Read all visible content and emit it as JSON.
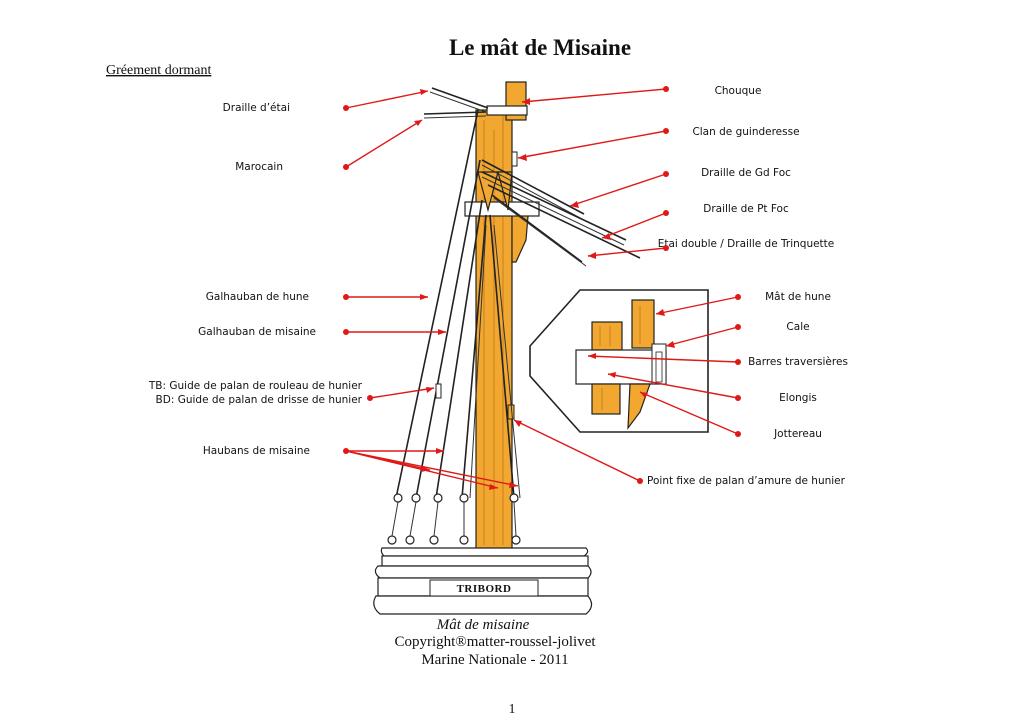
{
  "title": "Le mât de Misaine",
  "subtitle": "Gréement dormant",
  "labels_left": {
    "draille_etai": "Draille d’étai",
    "marocain": "Marocain",
    "galhauban_hune": "Galhauban de hune",
    "galhauban_misaine": "Galhauban de misaine",
    "guide_tb": "TB: Guide de palan de rouleau de hunier",
    "guide_bd": "BD: Guide de palan de drisse de hunier",
    "haubans_misaine": "Haubans de misaine"
  },
  "labels_right": {
    "chouque": "Chouque",
    "clan": "Clan de guinderesse",
    "draille_gd_foc": "Draille de Gd Foc",
    "draille_pt_foc": "Draille de Pt Foc",
    "etai_double": "Etai double / Draille de Trinquette",
    "mat_hune": "Mât de hune",
    "cale": "Cale",
    "barres": "Barres traversières",
    "elongis": "Elongis",
    "jottereau": "Jottereau",
    "point_fixe": "Point fixe de palan d’amure de hunier"
  },
  "plaque": "TRIBORD",
  "caption": {
    "line1": "Mât de misaine",
    "line2": "Copyright®matter-roussel-jolivet",
    "line3": "Marine Nationale - 2011"
  },
  "page_number": "1",
  "colors": {
    "arrow": "#e01818",
    "wood": "#f2a830"
  }
}
